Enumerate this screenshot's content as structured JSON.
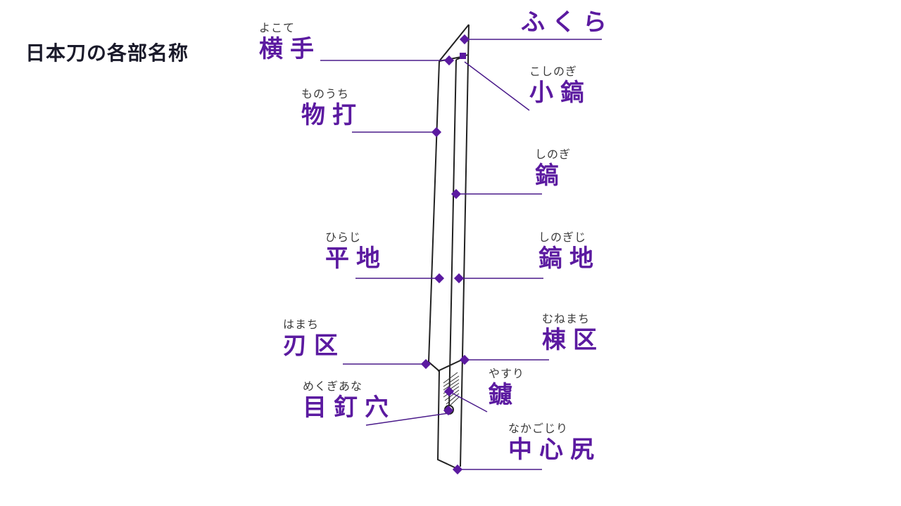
{
  "title": "日本刀の各部名称",
  "colors": {
    "accent": "#5b1aa0",
    "line": "#4a1a8a",
    "sword": "#222222"
  },
  "parts": [
    {
      "id": "fukura",
      "kanji": "ふくら",
      "ruby": ""
    },
    {
      "id": "yokote",
      "kanji": "横手",
      "ruby": "よこて"
    },
    {
      "id": "koshinogi",
      "kanji": "小鎬",
      "ruby": "こしのぎ"
    },
    {
      "id": "monouchi",
      "kanji": "物打",
      "ruby": "ものうち"
    },
    {
      "id": "shinogi",
      "kanji": "鎬",
      "ruby": "しのぎ"
    },
    {
      "id": "hiraji",
      "kanji": "平地",
      "ruby": "ひらじ"
    },
    {
      "id": "shinogiji",
      "kanji": "鎬地",
      "ruby": "しのぎじ"
    },
    {
      "id": "hamachi",
      "kanji": "刃区",
      "ruby": "はまち"
    },
    {
      "id": "munemachi",
      "kanji": "棟区",
      "ruby": "むねまち"
    },
    {
      "id": "yasuri",
      "kanji": "鑢",
      "ruby": "やすり"
    },
    {
      "id": "mekugiana",
      "kanji": "目釘穴",
      "ruby": "めくぎあな"
    },
    {
      "id": "nakagojiri",
      "kanji": "中心尻",
      "ruby": "なかごじり"
    }
  ]
}
